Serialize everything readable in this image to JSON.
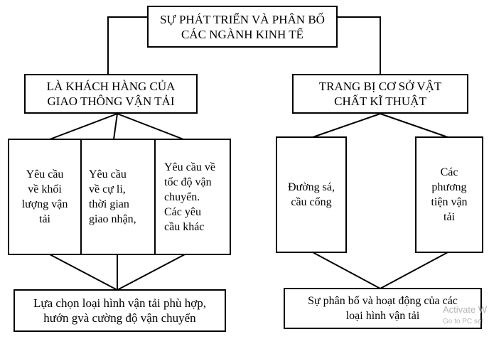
{
  "root": {
    "lines": [
      "SỰ PHÁT TRIỂN VÀ PHÂN BỐ",
      "CÁC NGÀNH KINH TẾ"
    ]
  },
  "left_branch": {
    "title": {
      "lines": [
        "LÀ KHÁCH HÀNG CỦA",
        "GIAO THÔNG VẬN TẢI"
      ]
    },
    "items": [
      {
        "lines": [
          "Yêu cầu",
          "về khối",
          "lượng vận",
          "tải"
        ]
      },
      {
        "lines": [
          "Yêu     cầu",
          "về   cự   li,",
          "thời    gian",
          "giao nhận,"
        ]
      },
      {
        "lines": [
          "Yêu cầu về",
          "tốc độ vận",
          "chuyển.",
          "Các     yêu",
          "cầu khác"
        ]
      }
    ],
    "result": {
      "lines": [
        "Lựa chọn loại hình vận tải phù hợp,",
        "hướn gvà cường độ vận chuyển"
      ]
    }
  },
  "right_branch": {
    "title": {
      "lines": [
        "TRANG BỊ CƠ SỞ VẬT",
        "CHẤT KĨ THUẬT"
      ]
    },
    "items": [
      {
        "lines": [
          "Đường sá,",
          "cầu cống"
        ]
      },
      {
        "lines": [
          "Các",
          "phương",
          "tiện vận",
          "tải"
        ]
      }
    ],
    "result": {
      "lines": [
        "Sự phân bố và hoạt động của các",
        "loại hình vận tải"
      ]
    }
  },
  "watermark": {
    "line1": "Activate W",
    "line2": "Go to PC set"
  }
}
